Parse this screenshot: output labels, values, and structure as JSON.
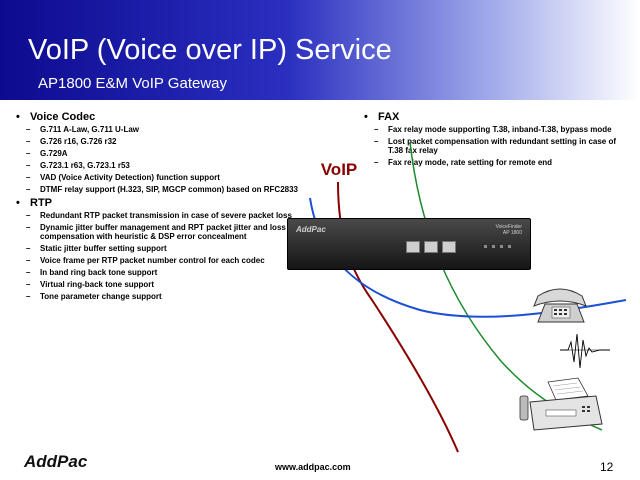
{
  "slide": {
    "title": "VoIP (Voice over IP) Service",
    "subtitle": "AP1800 E&M VoIP Gateway"
  },
  "left_column": [
    {
      "heading": "Voice Codec",
      "items": [
        "G.711 A-Law, G.711 U-Law",
        "G.726 r16, G.726 r32",
        "G.729A",
        "G.723.1 r63, G.723.1 r53",
        "VAD (Voice Activity Detection) function support",
        "DTMF relay support (H.323, SIP, MGCP common) based on RFC2833"
      ]
    },
    {
      "heading": "RTP",
      "items": [
        "Redundant RTP packet transmission in case of severe packet loss",
        "Dynamic jitter buffer management and RPT packet jitter and loss compensation with heuristic & DSP error concealment",
        "Static jitter buffer setting support",
        "Voice frame per RTP packet number control for each codec",
        "In band ring back tone support",
        "Virtual ring-back tone support",
        "Tone parameter change support"
      ]
    }
  ],
  "right_column": {
    "heading": "FAX",
    "items": [
      "Fax relay mode supporting T.38, inband-T.38, bypass mode",
      "Lost packet compensation with redundant setting in case of T.38 fax relay",
      "Fax relay mode, rate setting for remote end"
    ]
  },
  "diagram": {
    "voip_label": "VoIP",
    "device_logo": "AddPac",
    "device_brand_1": "VoiceFinder",
    "device_brand_2": "AP 1800",
    "colors": {
      "voip_text": "#8b0000",
      "line_red": "#8b0000",
      "line_blue": "#1a4fd6",
      "line_green": "#1e8a2e"
    }
  },
  "footer": {
    "logo": "AddPac",
    "url": "www.addpac.com",
    "page_number": "12"
  }
}
